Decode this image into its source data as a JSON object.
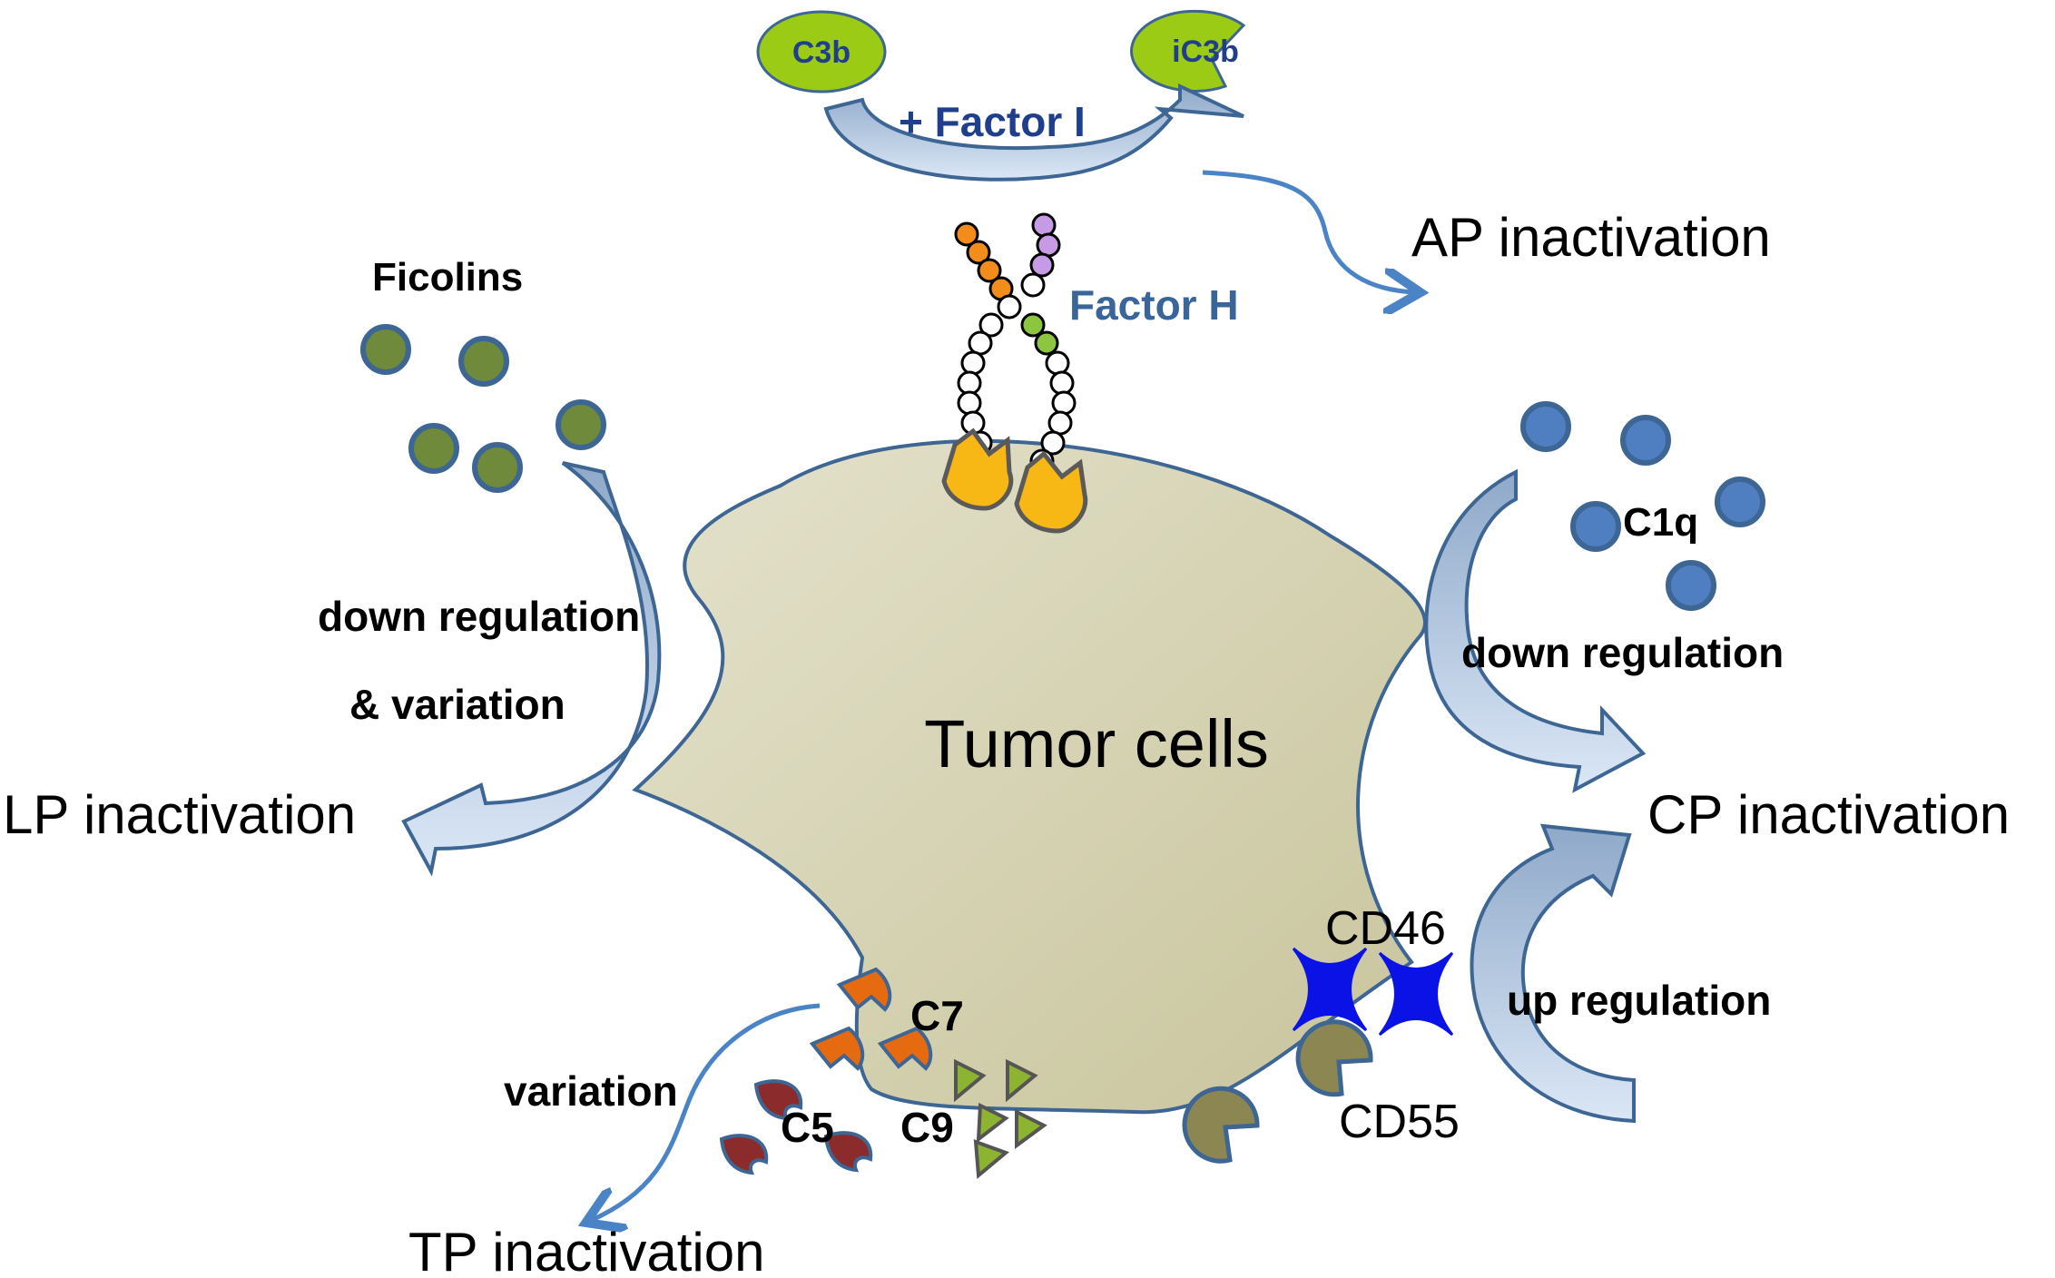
{
  "labels": {
    "c3b": "C3b",
    "ic3b": "iC3b",
    "factor_i": "+ Factor I",
    "ap_inactivation": "AP inactivation",
    "factor_h": "Factor H",
    "ficolins": "Ficolins",
    "lp_down_regulation": "down regulation",
    "lp_variation": "& variation",
    "lp_inactivation": "LP inactivation",
    "tumor_cells": "Tumor cells",
    "c1q": "C1q",
    "cp_down_regulation": "down regulation",
    "cp_inactivation": "CP inactivation",
    "cd46": "CD46",
    "up_regulation": "up regulation",
    "cd55": "CD55",
    "c7": "C7",
    "variation": "variation",
    "c5": "C5",
    "c9": "C9",
    "tp_inactivation": "TP inactivation"
  },
  "colors": {
    "cell_fill": "#d6d3b4",
    "outline": "#3d6694",
    "dark_blue_text": "#1f3f8c",
    "factor_h_text": "#3a659b",
    "c3b_green": "#9bcb14",
    "ficolin_green": "#6e8a3a",
    "c1q_blue": "#4f7fc0",
    "cd46_blue": "#0a12e6",
    "cd55_olive": "#8c8652",
    "c7_orange": "#e56a10",
    "c5_red": "#8b2b2b",
    "c9_green": "#8db431",
    "receptor_yellow": "#f7b714",
    "fh_orange": "#f28d1c",
    "fh_purple": "#c79ae6",
    "fh_green": "#8cc640",
    "arrow_fill": "#c5d7ee"
  }
}
